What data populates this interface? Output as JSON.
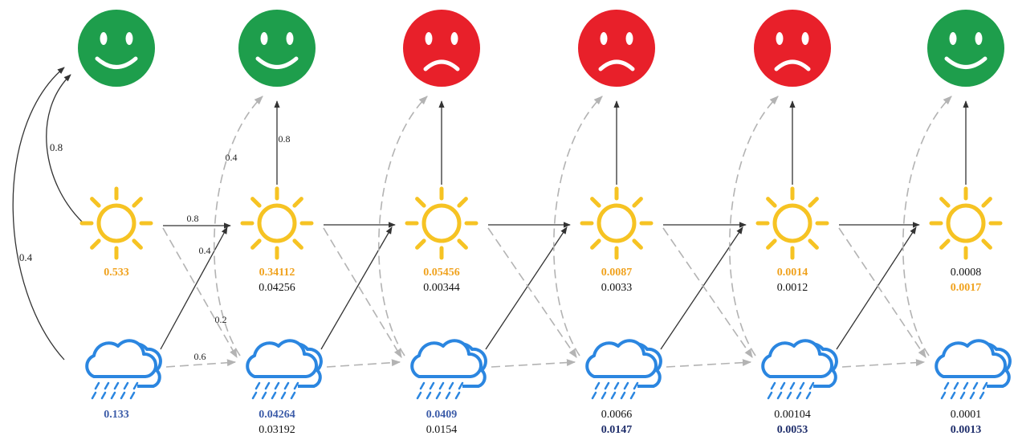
{
  "colors": {
    "happy": "#1e9e4c",
    "sad": "#e8202a",
    "sun": "#f6c323",
    "rain": "#2b86e0",
    "sun_value": "#f0a21e",
    "rain_value": "#3b5ba8",
    "dark_value": "#1f2e6b",
    "solid_arrow": "#333333",
    "dashed_arrow": "#b3b3b3"
  },
  "icons": [
    "happy-face-icon",
    "sad-face-icon",
    "sun-icon",
    "rain-cloud-icon"
  ],
  "observations": [
    "happy",
    "happy",
    "sad",
    "sad",
    "sad",
    "happy"
  ],
  "initial_labels": {
    "sun_to_happy": "0.8",
    "rain_to_happy": "0.4"
  },
  "transition_labels": {
    "sun_sun": "0.8",
    "rain_sun": "0.4",
    "sun_rain": "0.2",
    "rain_rain": "0.6"
  },
  "emission_labels": {
    "rain_happy": "0.4",
    "sun_happy": "0.8"
  },
  "steps": [
    {
      "sun": [
        "0.533"
      ],
      "rain": [
        "0.133"
      ]
    },
    {
      "sun": [
        "0.34112",
        "0.04256"
      ],
      "rain": [
        "0.04264",
        "0.03192"
      ]
    },
    {
      "sun": [
        "0.05456",
        "0.00344"
      ],
      "rain": [
        "0.0409",
        "0.0154"
      ]
    },
    {
      "sun": [
        "0.0087",
        "0.0033"
      ],
      "rain": [
        "0.0066",
        "0.0147"
      ]
    },
    {
      "sun": [
        "0.0014",
        "0.0012"
      ],
      "rain": [
        "0.00104",
        "0.0053"
      ]
    },
    {
      "sun": [
        "0.0008",
        "0.0017"
      ],
      "rain": [
        "0.0001",
        "0.0013"
      ]
    }
  ],
  "value_styles": [
    {
      "sun": [
        "sun_bold"
      ],
      "rain": [
        "rain_bold"
      ]
    },
    {
      "sun": [
        "sun_bold",
        "plain"
      ],
      "rain": [
        "rain_bold",
        "plain"
      ]
    },
    {
      "sun": [
        "sun_bold",
        "plain"
      ],
      "rain": [
        "rain_bold",
        "plain"
      ]
    },
    {
      "sun": [
        "sun_bold",
        "plain"
      ],
      "rain": [
        "plain",
        "dark_bold"
      ]
    },
    {
      "sun": [
        "sun_bold",
        "plain"
      ],
      "rain": [
        "plain",
        "dark_bold"
      ]
    },
    {
      "sun": [
        "plain",
        "sun_bold"
      ],
      "rain": [
        "plain",
        "dark_bold"
      ]
    }
  ]
}
